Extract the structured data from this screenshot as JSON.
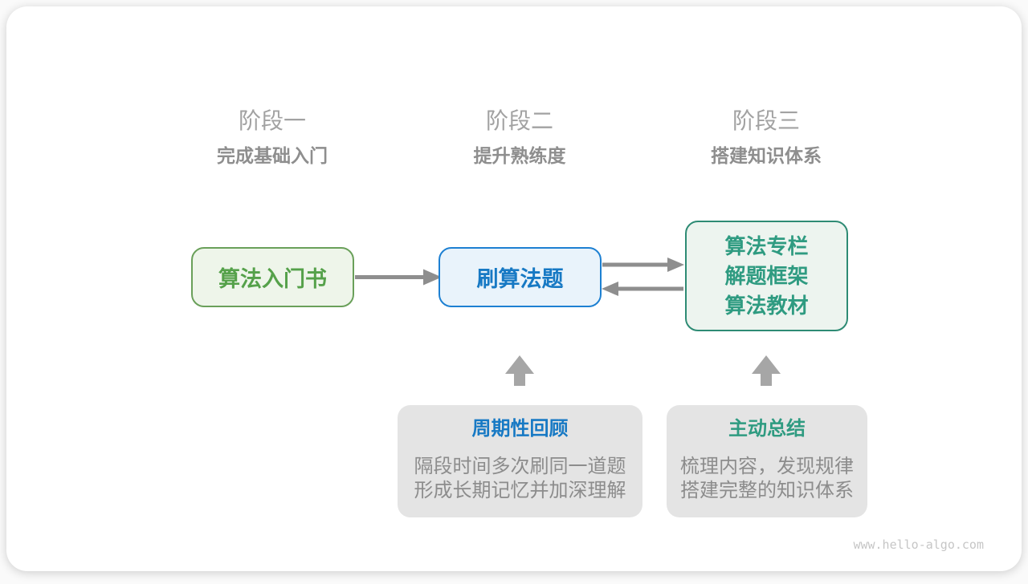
{
  "diagram": {
    "stages": [
      {
        "label": "阶段一",
        "subtitle": "完成基础入门"
      },
      {
        "label": "阶段二",
        "subtitle": "提升熟练度"
      },
      {
        "label": "阶段三",
        "subtitle": "搭建知识体系"
      }
    ],
    "nodes": {
      "intro_book": {
        "label": "算法入门书"
      },
      "practice_problems": {
        "label": "刷算法题"
      },
      "knowledge_resources": {
        "lines": [
          "算法专栏",
          "解题框架",
          "算法教材"
        ]
      }
    },
    "notes": [
      {
        "title": "周期性回顾",
        "lines": [
          "隔段时间多次刷同一道题",
          "形成长期记忆并加深理解"
        ]
      },
      {
        "title": "主动总结",
        "lines": [
          "梳理内容，发现规律",
          "搭建完整的知识体系"
        ]
      }
    ],
    "watermark": "www.hello-algo.com"
  },
  "colors": {
    "green-border": "#6aa05a",
    "green-bg": "#eef5ea",
    "green-text": "#55a14a",
    "blue-border": "#1d80d2",
    "blue-bg": "#e9f3fb",
    "blue-text": "#1779c4",
    "teal-border": "#2e8b74",
    "teal-bg": "#edf4ef",
    "teal-text": "#2f9b81",
    "note-bg": "#e4e4e4",
    "note-text": "#8c8c8c",
    "stage-label": "#a2a2a2",
    "stage-subtitle": "#8e8e8e",
    "arrow": "#8e8e8e",
    "up-arrow": "#a6a6a6",
    "watermark": "#c6c6c6"
  }
}
